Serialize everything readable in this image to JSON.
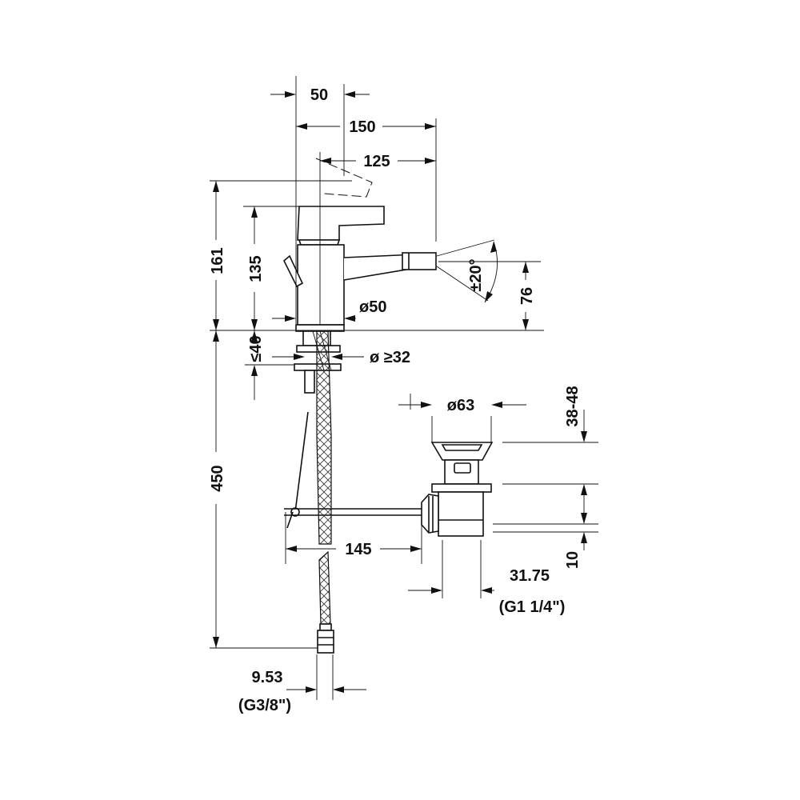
{
  "drawing": {
    "dimensions": {
      "d50": "50",
      "d150": "150",
      "d125": "125",
      "d161": "161",
      "d135": "135",
      "angle": "±20°",
      "d76": "76",
      "dia50": "ø50",
      "le40": "≤40",
      "dia32": "ø ≥32",
      "dia63": "ø63",
      "d3848": "38-48",
      "d450": "450",
      "d145": "145",
      "d10": "10",
      "d3175": "31.75",
      "g114": "(G1 1/4\")",
      "d953": "9.53",
      "g38": "(G3/8\")"
    }
  }
}
